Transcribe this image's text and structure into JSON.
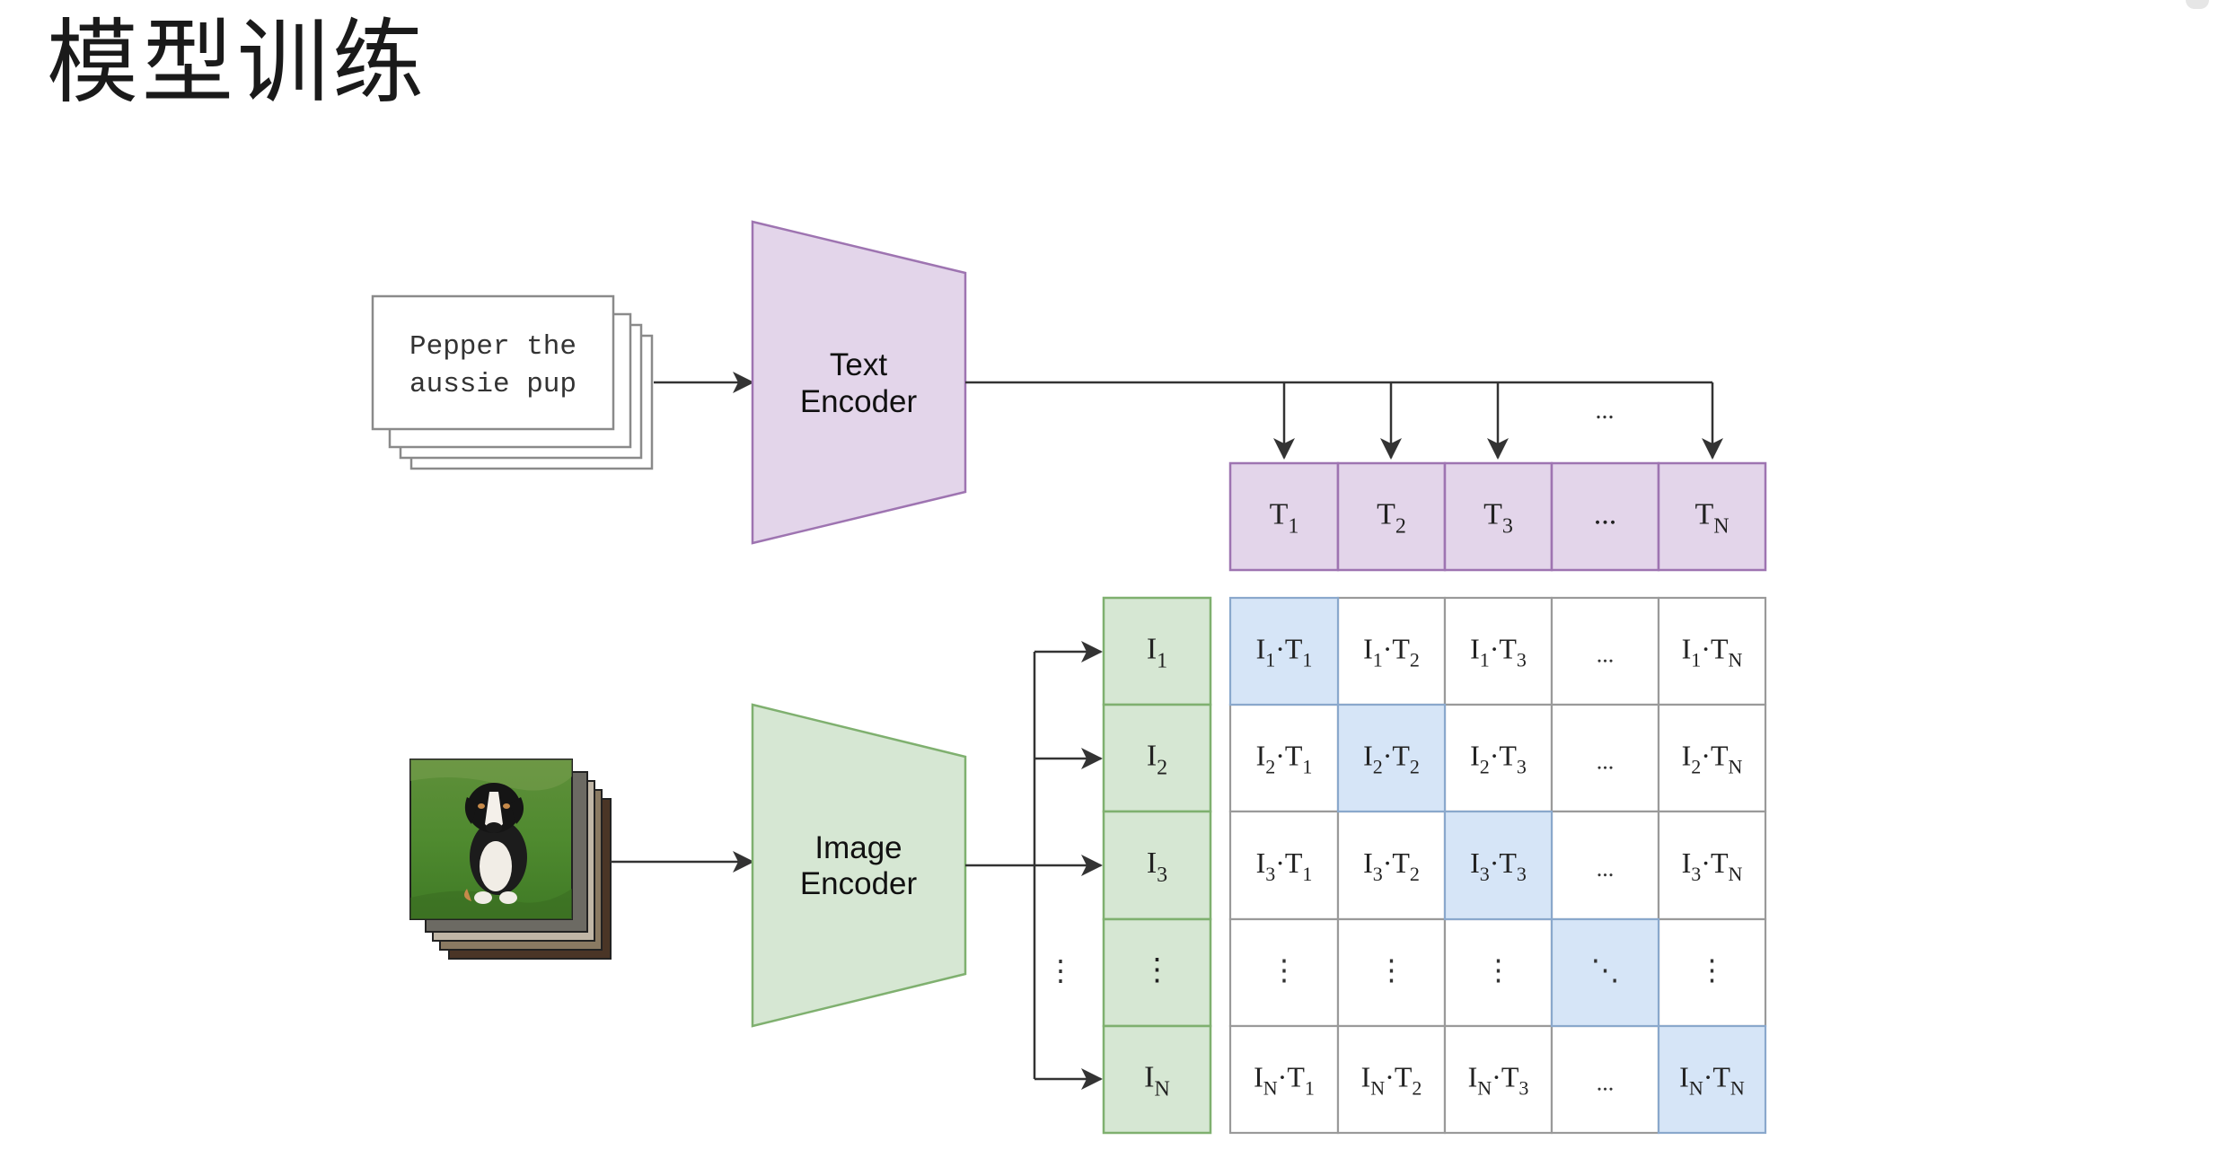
{
  "title": "模型训练",
  "text_input": {
    "line1": "Pepper the",
    "line2": "aussie pup"
  },
  "text_encoder": {
    "line1": "Text",
    "line2": "Encoder"
  },
  "image_encoder": {
    "line1": "Image",
    "line2": "Encoder"
  },
  "image_input": {
    "description_icon": "dog-photo-stack-icon"
  },
  "text_arrows_ellipsis": "...",
  "text_embeddings": [
    {
      "base": "T",
      "sub": "1"
    },
    {
      "base": "T",
      "sub": "2"
    },
    {
      "base": "T",
      "sub": "3"
    },
    {
      "base": "...",
      "sub": ""
    },
    {
      "base": "T",
      "sub": "N"
    }
  ],
  "image_embeddings": [
    {
      "base": "I",
      "sub": "1"
    },
    {
      "base": "I",
      "sub": "2"
    },
    {
      "base": "I",
      "sub": "3"
    },
    {
      "base": "⋮",
      "sub": ""
    },
    {
      "base": "I",
      "sub": "N"
    }
  ],
  "left_dots": "⋮",
  "similarity_matrix": {
    "rows": [
      [
        {
          "t": "pair",
          "i": "1",
          "j": "1"
        },
        {
          "t": "pair",
          "i": "1",
          "j": "2"
        },
        {
          "t": "pair",
          "i": "1",
          "j": "3"
        },
        {
          "t": "text",
          "v": "..."
        },
        {
          "t": "pair",
          "i": "1",
          "j": "N"
        }
      ],
      [
        {
          "t": "pair",
          "i": "2",
          "j": "1"
        },
        {
          "t": "pair",
          "i": "2",
          "j": "2"
        },
        {
          "t": "pair",
          "i": "2",
          "j": "3"
        },
        {
          "t": "text",
          "v": "..."
        },
        {
          "t": "pair",
          "i": "2",
          "j": "N"
        }
      ],
      [
        {
          "t": "pair",
          "i": "3",
          "j": "1"
        },
        {
          "t": "pair",
          "i": "3",
          "j": "2"
        },
        {
          "t": "pair",
          "i": "3",
          "j": "3"
        },
        {
          "t": "text",
          "v": "..."
        },
        {
          "t": "pair",
          "i": "3",
          "j": "N"
        }
      ],
      [
        {
          "t": "text",
          "v": "⋮"
        },
        {
          "t": "text",
          "v": "⋮"
        },
        {
          "t": "text",
          "v": "⋮"
        },
        {
          "t": "text",
          "v": "⋱"
        },
        {
          "t": "text",
          "v": "⋮"
        }
      ],
      [
        {
          "t": "pair",
          "i": "N",
          "j": "1"
        },
        {
          "t": "pair",
          "i": "N",
          "j": "2"
        },
        {
          "t": "pair",
          "i": "N",
          "j": "3"
        },
        {
          "t": "text",
          "v": "..."
        },
        {
          "t": "pair",
          "i": "N",
          "j": "N"
        }
      ]
    ],
    "highlight_diagonal": true
  },
  "colors": {
    "text_encoder_fill": "#e3d5ea",
    "text_encoder_stroke": "#9e74b1",
    "image_encoder_fill": "#d6e7d3",
    "image_encoder_stroke": "#7fb06f",
    "diagonal_fill": "#d6e5f7",
    "diagonal_stroke": "#8aa8cc",
    "grid_stroke": "#9a9a9a",
    "arrow": "#333333"
  }
}
